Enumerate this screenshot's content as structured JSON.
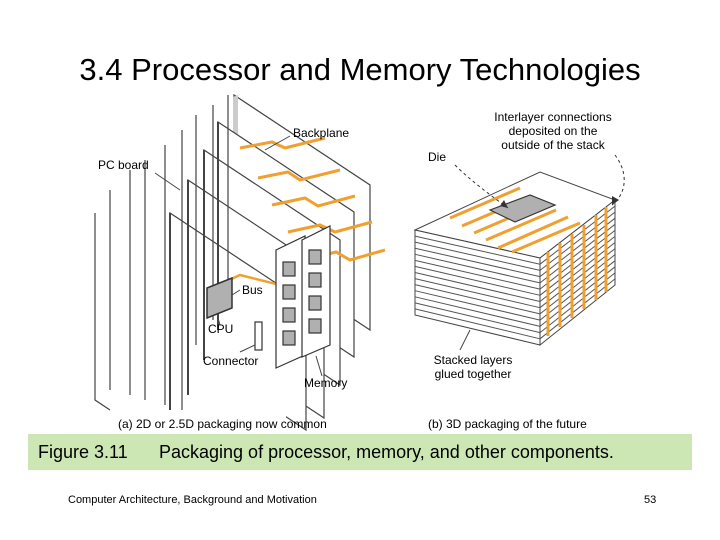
{
  "slide": {
    "title": "3.4  Processor and Memory Technologies",
    "footer_left": "Computer Architecture, Background and Motivation",
    "page_number": "53"
  },
  "diagram_a": {
    "labels": {
      "backplane": "Backplane",
      "pc_board": "PC board",
      "bus": "Bus",
      "cpu": "CPU",
      "connector": "Connector",
      "memory": "Memory"
    },
    "caption": "(a) 2D or 2.5D packaging now common"
  },
  "diagram_b": {
    "labels": {
      "interlayer_line1": "Interlayer connections",
      "interlayer_line2": "deposited on the",
      "interlayer_line3": "outside of the stack",
      "die": "Die",
      "stacked_line1": "Stacked layers",
      "stacked_line2": "glued together"
    },
    "caption": "(b) 3D packaging of the future"
  },
  "figure": {
    "number": "Figure 3.11",
    "caption": "Packaging of processor, memory, and other components."
  },
  "colors": {
    "wire": "#f0a030",
    "caption_bg": "#cce6b4",
    "chip": "#b0b0b0"
  }
}
